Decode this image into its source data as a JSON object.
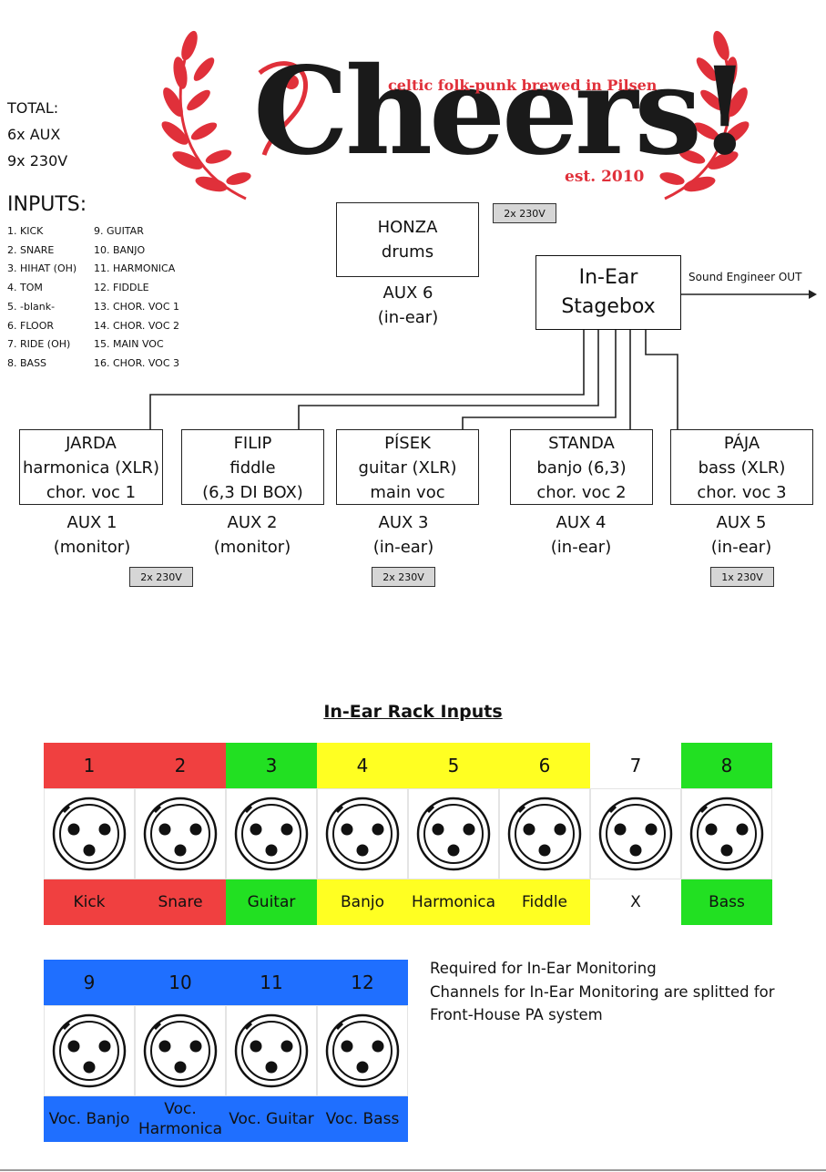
{
  "logo": {
    "word": "Cheers!",
    "tagline": "celtic folk-punk brewed in Pilsen",
    "est": "est. 2010"
  },
  "total": {
    "heading": "TOTAL:",
    "aux": "6x AUX",
    "power": "9x 230V"
  },
  "inputs": {
    "heading": "INPUTS:",
    "col1": [
      "1. KICK",
      "2. SNARE",
      "3. HIHAT (OH)",
      "4. TOM",
      "5. -blank-",
      "6. FLOOR",
      "7. RIDE (OH)",
      "8. BASS"
    ],
    "col2": [
      "9. GUITAR",
      "10. BANJO",
      "11. HARMONICA",
      "12. FIDDLE",
      "13. CHOR. VOC 1",
      "14. CHOR. VOC 2",
      "15. MAIN VOC",
      "16. CHOR. VOC 3"
    ]
  },
  "drummer": {
    "line1": "HONZA",
    "line2": "drums",
    "aux1": "AUX 6",
    "aux2": "(in-ear)",
    "power": "2x 230V"
  },
  "stagebox": {
    "line1": "In-Ear",
    "line2": "Stagebox",
    "out": "Sound Engineer OUT"
  },
  "members": [
    {
      "l1": "JARDA",
      "l2": "harmonica (XLR)",
      "l3": "chor. voc 1",
      "aux1": "AUX 1",
      "aux2": "(monitor)",
      "power": "2x 230V"
    },
    {
      "l1": "FILIP",
      "l2": "fiddle",
      "l3": "(6,3 DI BOX)",
      "aux1": "AUX 2",
      "aux2": "(monitor)",
      "power": ""
    },
    {
      "l1": "PÍSEK",
      "l2": "guitar (XLR)",
      "l3": "main voc",
      "aux1": "AUX 3",
      "aux2": "(in-ear)",
      "power": "2x 230V"
    },
    {
      "l1": "STANDA",
      "l2": "banjo (6,3)",
      "l3": "chor. voc 2",
      "aux1": "AUX 4",
      "aux2": "(in-ear)",
      "power": ""
    },
    {
      "l1": "PÁJA",
      "l2": "bass (XLR)",
      "l3": "chor. voc 3",
      "aux1": "AUX 5",
      "aux2": "(in-ear)",
      "power": "1x 230V"
    }
  ],
  "rack": {
    "title": "In-Ear Rack Inputs",
    "row1": [
      {
        "num": "1",
        "label": "Kick",
        "color": "#f04040"
      },
      {
        "num": "2",
        "label": "Snare",
        "color": "#f04040"
      },
      {
        "num": "3",
        "label": "Guitar",
        "color": "#22e022"
      },
      {
        "num": "4",
        "label": "Banjo",
        "color": "#ffff22"
      },
      {
        "num": "5",
        "label": "Harmonica",
        "color": "#ffff22"
      },
      {
        "num": "6",
        "label": "Fiddle",
        "color": "#ffff22"
      },
      {
        "num": "7",
        "label": "X",
        "color": "#ffffff"
      },
      {
        "num": "8",
        "label": "Bass",
        "color": "#22e022"
      }
    ],
    "row2": [
      {
        "num": "9",
        "label": "Voc. Banjo",
        "color": "#1f6fff"
      },
      {
        "num": "10",
        "label": "Voc. Harmonica",
        "color": "#1f6fff"
      },
      {
        "num": "11",
        "label": "Voc. Guitar",
        "color": "#1f6fff"
      },
      {
        "num": "12",
        "label": "Voc. Bass",
        "color": "#1f6fff"
      }
    ]
  },
  "note": {
    "line1": "Required for In-Ear Monitoring",
    "line2": "Channels for In-Ear Monitoring are splitted for",
    "line3": "Front-House PA system"
  }
}
